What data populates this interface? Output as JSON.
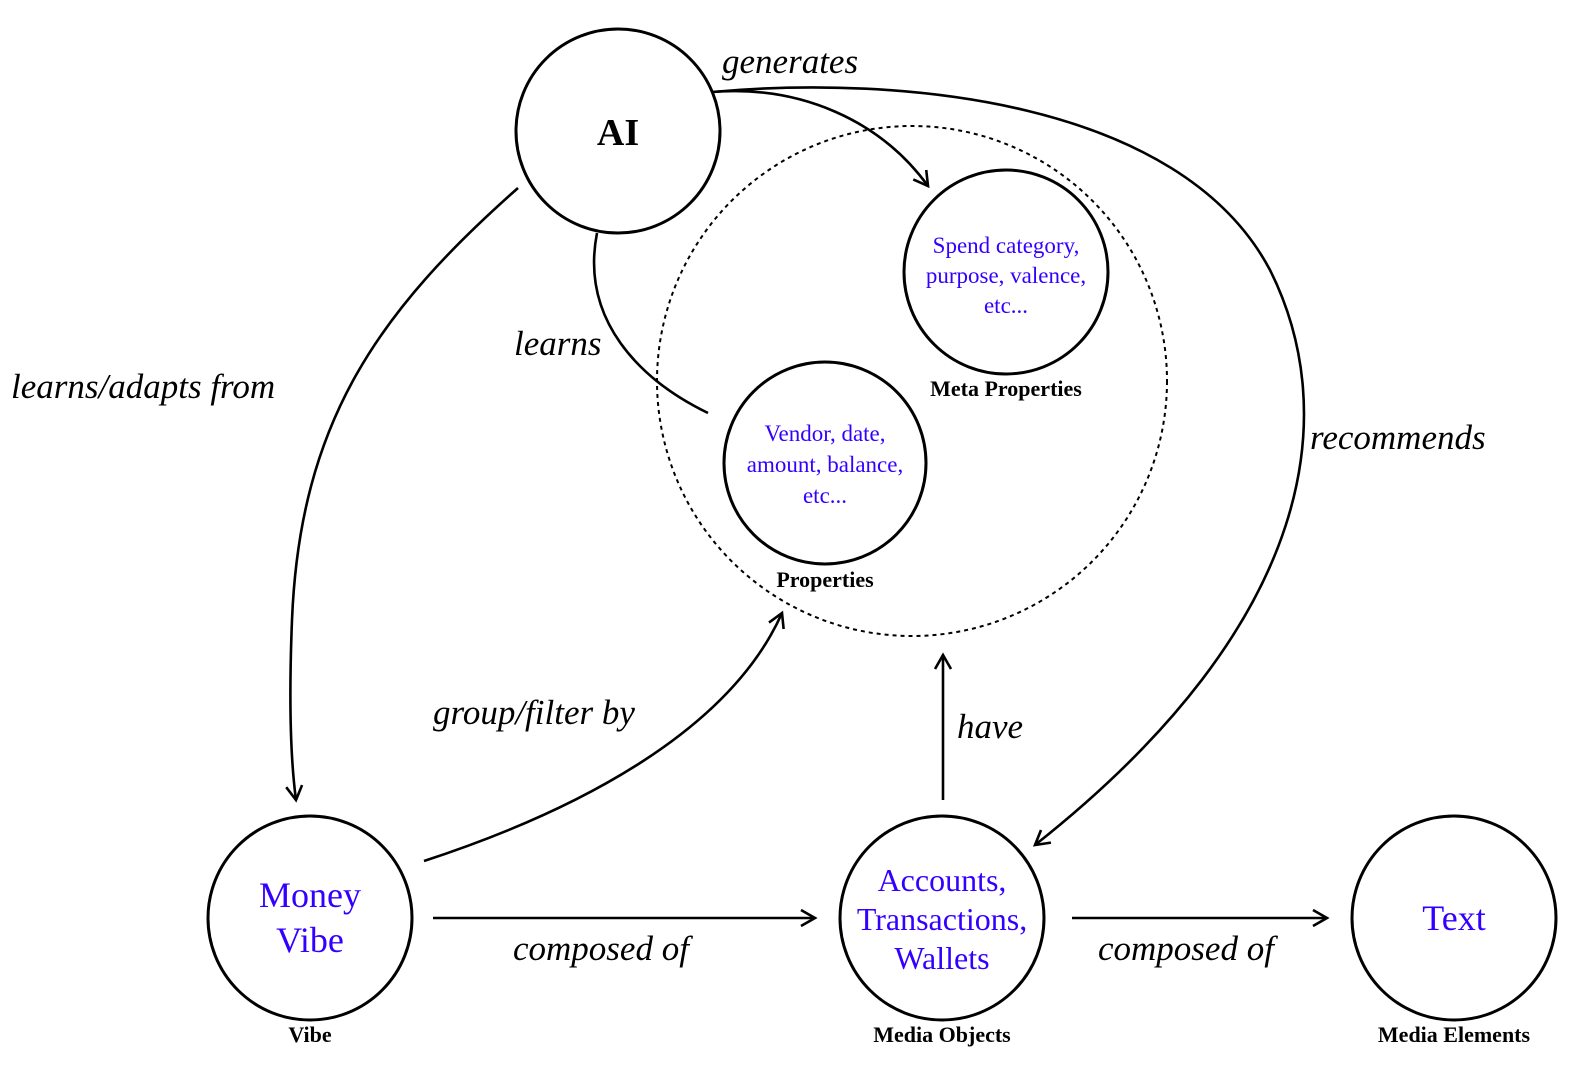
{
  "colors": {
    "content_text": "#3300ff",
    "stroke": "#000000",
    "background": "#ffffff"
  },
  "nodes": {
    "ai": {
      "title": "AI"
    },
    "meta_properties": {
      "lines": [
        "Spend category,",
        "purpose, valence,",
        "etc..."
      ],
      "caption": "Meta Properties"
    },
    "properties": {
      "lines": [
        "Vendor, date,",
        "amount, balance,",
        "etc..."
      ],
      "caption": "Properties"
    },
    "vibe": {
      "lines": [
        "Money",
        "Vibe"
      ],
      "caption": "Vibe"
    },
    "media_objects": {
      "lines": [
        "Accounts,",
        "Transactions,",
        "Wallets"
      ],
      "caption": "Media Objects"
    },
    "media_elements": {
      "lines": [
        "Text"
      ],
      "caption": "Media Elements"
    }
  },
  "edges": {
    "generates": {
      "label": "generates",
      "from": "AI",
      "to": "Meta Properties"
    },
    "recommends": {
      "label": "recommends",
      "from": "AI",
      "to": "Media Objects"
    },
    "learns": {
      "label": "learns",
      "from": "AI",
      "to": "Properties"
    },
    "learns_adapts": {
      "label": "learns/adapts from",
      "from": "AI",
      "to": "Vibe"
    },
    "group_filter": {
      "label": "group/filter by",
      "from": "Vibe",
      "to": "Properties"
    },
    "have": {
      "label": "have",
      "from": "Media Objects",
      "to": "Properties"
    },
    "composed_of_1": {
      "label": "composed of",
      "from": "Vibe",
      "to": "Media Objects"
    },
    "composed_of_2": {
      "label": "composed of",
      "from": "Media Objects",
      "to": "Media Elements"
    }
  }
}
